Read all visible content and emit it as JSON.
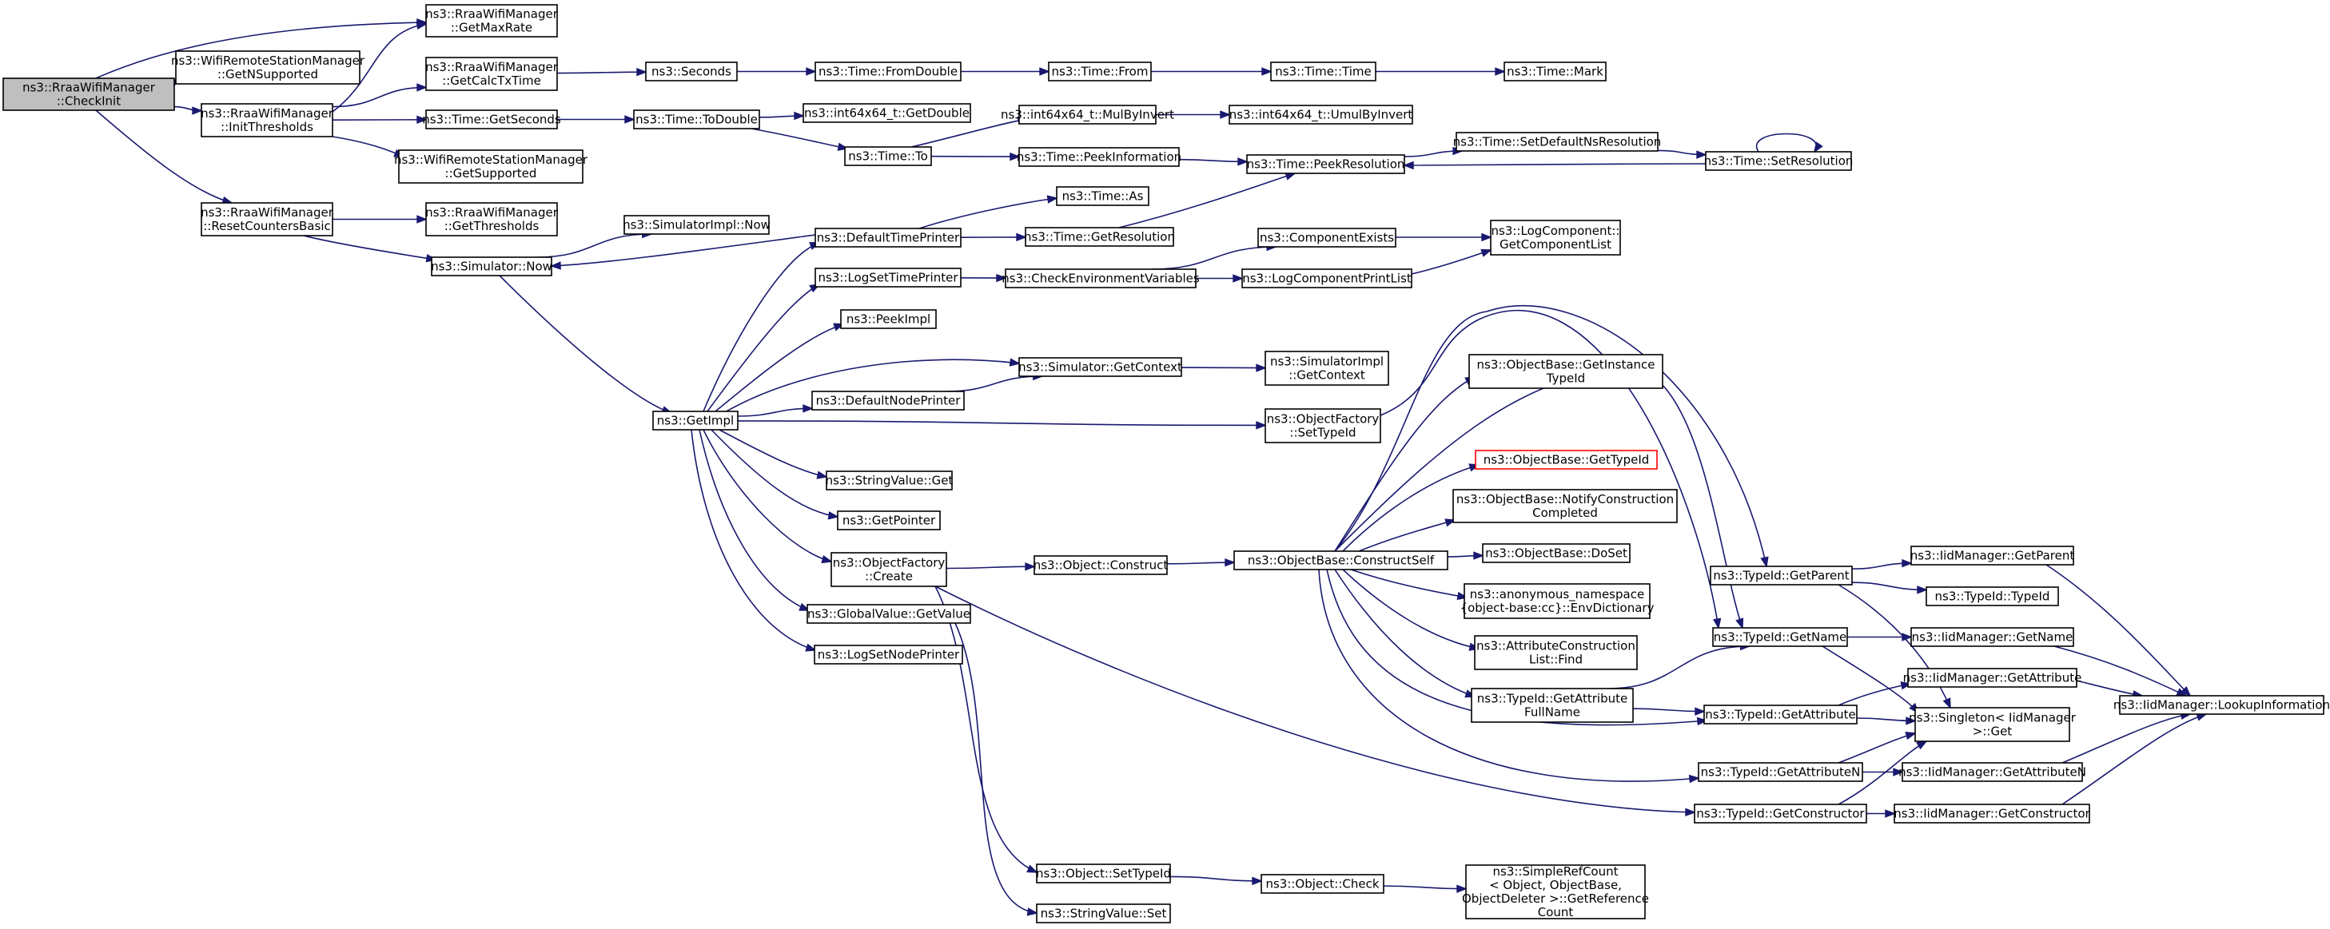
{
  "colors": {
    "edge": "#191970",
    "node_border": "#000000",
    "root_fill": "#bfbfbf",
    "highlight_border": "#ff0000",
    "background": "#ffffff"
  },
  "nodes": {
    "checkinit": {
      "lines": [
        "ns3::RraaWifiManager",
        "::CheckInit"
      ],
      "style": "root"
    },
    "getmaxrate": {
      "lines": [
        "ns3::RraaWifiManager",
        "::GetMaxRate"
      ]
    },
    "getnsupported": {
      "lines": [
        "ns3::WifiRemoteStationManager",
        "::GetNSupported"
      ]
    },
    "initthresholds": {
      "lines": [
        "ns3::RraaWifiManager",
        "::InitThresholds"
      ]
    },
    "resetcounters": {
      "lines": [
        "ns3::RraaWifiManager",
        "::ResetCountersBasic"
      ]
    },
    "getcalctxtime": {
      "lines": [
        "ns3::RraaWifiManager",
        "::GetCalcTxTime"
      ]
    },
    "getseconds": {
      "lines": [
        "ns3::Time::GetSeconds"
      ]
    },
    "getsupported": {
      "lines": [
        "ns3::WifiRemoteStationManager",
        "::GetSupported"
      ]
    },
    "getthresholds": {
      "lines": [
        "ns3::RraaWifiManager",
        "::GetThresholds"
      ]
    },
    "simnow": {
      "lines": [
        "ns3::Simulator::Now"
      ]
    },
    "seconds": {
      "lines": [
        "ns3::Seconds"
      ]
    },
    "todouble": {
      "lines": [
        "ns3::Time::ToDouble"
      ]
    },
    "fromdouble": {
      "lines": [
        "ns3::Time::FromDouble"
      ]
    },
    "from": {
      "lines": [
        "ns3::Time::From"
      ]
    },
    "timetime": {
      "lines": [
        "ns3::Time::Time"
      ]
    },
    "mark": {
      "lines": [
        "ns3::Time::Mark"
      ]
    },
    "int64getdouble": {
      "lines": [
        "ns3::int64x64_t::GetDouble"
      ]
    },
    "mulbyinvert": {
      "lines": [
        "ns3::int64x64_t::MulByInvert"
      ]
    },
    "umulbyinvert": {
      "lines": [
        "ns3::int64x64_t::UmulByInvert"
      ]
    },
    "timeto": {
      "lines": [
        "ns3::Time::To"
      ]
    },
    "peekinformation": {
      "lines": [
        "ns3::Time::PeekInformation"
      ]
    },
    "peekresolution": {
      "lines": [
        "ns3::Time::PeekResolution"
      ]
    },
    "setdefaultnsres": {
      "lines": [
        "ns3::Time::SetDefaultNsResolution"
      ]
    },
    "setresolution": {
      "lines": [
        "ns3::Time::SetResolution"
      ]
    },
    "timeas": {
      "lines": [
        "ns3::Time::As"
      ]
    },
    "getresolution": {
      "lines": [
        "ns3::Time::GetResolution"
      ]
    },
    "simimplnow": {
      "lines": [
        "ns3::SimulatorImpl::Now"
      ]
    },
    "defaulttimeprinter": {
      "lines": [
        "ns3::DefaultTimePrinter"
      ]
    },
    "componentexists": {
      "lines": [
        "ns3::ComponentExists"
      ]
    },
    "getcomponentlist": {
      "lines": [
        "ns3::LogComponent::",
        "GetComponentList"
      ]
    },
    "logsettimeprinter": {
      "lines": [
        "ns3::LogSetTimePrinter"
      ]
    },
    "checkenv": {
      "lines": [
        "ns3::CheckEnvironmentVariables"
      ]
    },
    "logcompprintlist": {
      "lines": [
        "ns3::LogComponentPrintList"
      ]
    },
    "peekimpl": {
      "lines": [
        "ns3::PeekImpl"
      ]
    },
    "simgetcontext": {
      "lines": [
        "ns3::Simulator::GetContext"
      ]
    },
    "simimplgetcontext": {
      "lines": [
        "ns3::SimulatorImpl",
        "::GetContext"
      ]
    },
    "defaultnodeprinter": {
      "lines": [
        "ns3::DefaultNodePrinter"
      ]
    },
    "getimpl": {
      "lines": [
        "ns3::GetImpl"
      ]
    },
    "objfactorysettypeid": {
      "lines": [
        "ns3::ObjectFactory",
        "::SetTypeId"
      ]
    },
    "getinstancetypeid": {
      "lines": [
        "ns3::ObjectBase::GetInstance",
        "TypeId"
      ]
    },
    "objbasegettypeid": {
      "lines": [
        "ns3::ObjectBase::GetTypeId"
      ],
      "style": "highlight"
    },
    "stringvalueget": {
      "lines": [
        "ns3::StringValue::Get"
      ]
    },
    "getpointer": {
      "lines": [
        "ns3::GetPointer"
      ]
    },
    "notifyconstruction": {
      "lines": [
        "ns3::ObjectBase::NotifyConstruction",
        "Completed"
      ]
    },
    "objfactorycreate": {
      "lines": [
        "ns3::ObjectFactory",
        "::Create"
      ]
    },
    "objectconstruct": {
      "lines": [
        "ns3::Object::Construct"
      ]
    },
    "constructself": {
      "lines": [
        "ns3::ObjectBase::ConstructSelf"
      ]
    },
    "doset": {
      "lines": [
        "ns3::ObjectBase::DoSet"
      ]
    },
    "typeidgetparent": {
      "lines": [
        "ns3::TypeId::GetParent"
      ]
    },
    "iidgetparent": {
      "lines": [
        "ns3::IidManager::GetParent"
      ]
    },
    "typeidtypeid": {
      "lines": [
        "ns3::TypeId::TypeId"
      ]
    },
    "envdictionary": {
      "lines": [
        "ns3::anonymous_namespace",
        "{object-base:cc}::EnvDictionary"
      ]
    },
    "globalvaluegetvalue": {
      "lines": [
        "ns3::GlobalValue::GetValue"
      ]
    },
    "logsetnodeprinter": {
      "lines": [
        "ns3::LogSetNodePrinter"
      ]
    },
    "attrconstructionfind": {
      "lines": [
        "ns3::AttributeConstruction",
        "List::Find"
      ]
    },
    "typeidgetname": {
      "lines": [
        "ns3::TypeId::GetName"
      ]
    },
    "iidgetname": {
      "lines": [
        "ns3::IidManager::GetName"
      ]
    },
    "iidgetattribute": {
      "lines": [
        "ns3::IidManager::GetAttribute"
      ]
    },
    "getattrfullname": {
      "lines": [
        "ns3::TypeId::GetAttribute",
        "FullName"
      ]
    },
    "typeidgetattribute": {
      "lines": [
        "ns3::TypeId::GetAttribute"
      ]
    },
    "singletonget": {
      "lines": [
        "ns3::Singleton< IidManager",
        " >::Get"
      ]
    },
    "lookupinformation": {
      "lines": [
        "ns3::IidManager::LookupInformation"
      ]
    },
    "typeidgetattributen": {
      "lines": [
        "ns3::TypeId::GetAttributeN"
      ]
    },
    "iidgetattributen": {
      "lines": [
        "ns3::IidManager::GetAttributeN"
      ]
    },
    "typeidgetconstructor": {
      "lines": [
        "ns3::TypeId::GetConstructor"
      ]
    },
    "iidgetconstructor": {
      "lines": [
        "ns3::IidManager::GetConstructor"
      ]
    },
    "objectsettypeid": {
      "lines": [
        "ns3::Object::SetTypeId"
      ]
    },
    "objectcheck": {
      "lines": [
        "ns3::Object::Check"
      ]
    },
    "getreferencecount": {
      "lines": [
        "ns3::SimpleRefCount",
        "< Object, ObjectBase,",
        " ObjectDeleter >::GetReference",
        "Count"
      ]
    },
    "stringvalueset": {
      "lines": [
        "ns3::StringValue::Set"
      ]
    }
  },
  "edges": [
    [
      "checkinit",
      "getmaxrate"
    ],
    [
      "checkinit",
      "getnsupported"
    ],
    [
      "checkinit",
      "initthresholds"
    ],
    [
      "checkinit",
      "resetcounters"
    ],
    [
      "initthresholds",
      "getmaxrate"
    ],
    [
      "initthresholds",
      "getcalctxtime"
    ],
    [
      "initthresholds",
      "getseconds"
    ],
    [
      "initthresholds",
      "getsupported"
    ],
    [
      "resetcounters",
      "getthresholds"
    ],
    [
      "resetcounters",
      "simnow"
    ],
    [
      "getcalctxtime",
      "seconds"
    ],
    [
      "seconds",
      "fromdouble"
    ],
    [
      "fromdouble",
      "from"
    ],
    [
      "from",
      "timetime"
    ],
    [
      "timetime",
      "mark"
    ],
    [
      "getseconds",
      "todouble"
    ],
    [
      "todouble",
      "int64getdouble"
    ],
    [
      "todouble",
      "timeto"
    ],
    [
      "timeto",
      "mulbyinvert"
    ],
    [
      "timeto",
      "peekinformation"
    ],
    [
      "mulbyinvert",
      "umulbyinvert"
    ],
    [
      "peekinformation",
      "peekresolution"
    ],
    [
      "peekresolution",
      "setdefaultnsres"
    ],
    [
      "setdefaultnsres",
      "setresolution"
    ],
    [
      "setresolution",
      "peekresolution"
    ],
    [
      "setresolution",
      "setresolution"
    ],
    [
      "simnow",
      "simimplnow"
    ],
    [
      "simnow",
      "getimpl"
    ],
    [
      "defaulttimeprinter",
      "simnow"
    ],
    [
      "defaulttimeprinter",
      "timeas"
    ],
    [
      "defaulttimeprinter",
      "getresolution"
    ],
    [
      "getresolution",
      "peekresolution"
    ],
    [
      "getimpl",
      "defaulttimeprinter"
    ],
    [
      "getimpl",
      "logsettimeprinter"
    ],
    [
      "getimpl",
      "peekimpl"
    ],
    [
      "getimpl",
      "simgetcontext"
    ],
    [
      "getimpl",
      "defaultnodeprinter"
    ],
    [
      "getimpl",
      "objfactorysettypeid"
    ],
    [
      "getimpl",
      "stringvalueget"
    ],
    [
      "getimpl",
      "getpointer"
    ],
    [
      "getimpl",
      "objfactorycreate"
    ],
    [
      "getimpl",
      "globalvaluegetvalue"
    ],
    [
      "getimpl",
      "logsetnodeprinter"
    ],
    [
      "logsettimeprinter",
      "checkenv"
    ],
    [
      "checkenv",
      "componentexists"
    ],
    [
      "checkenv",
      "logcompprintlist"
    ],
    [
      "componentexists",
      "getcomponentlist"
    ],
    [
      "logcompprintlist",
      "getcomponentlist"
    ],
    [
      "simgetcontext",
      "simimplgetcontext"
    ],
    [
      "defaultnodeprinter",
      "simgetcontext"
    ],
    [
      "objfactorysettypeid",
      "typeidgetname"
    ],
    [
      "objfactorycreate",
      "objectconstruct"
    ],
    [
      "objfactorycreate",
      "objectsettypeid"
    ],
    [
      "objfactorycreate",
      "typeidgetconstructor"
    ],
    [
      "globalvaluegetvalue",
      "stringvalueset"
    ],
    [
      "objectconstruct",
      "constructself"
    ],
    [
      "constructself",
      "getinstancetypeid"
    ],
    [
      "constructself",
      "objbasegettypeid"
    ],
    [
      "constructself",
      "notifyconstruction"
    ],
    [
      "constructself",
      "doset"
    ],
    [
      "constructself",
      "envdictionary"
    ],
    [
      "constructself",
      "attrconstructionfind"
    ],
    [
      "constructself",
      "getattrfullname"
    ],
    [
      "constructself",
      "typeidgetattribute"
    ],
    [
      "constructself",
      "typeidgetattributen"
    ],
    [
      "constructself",
      "typeidgetparent"
    ],
    [
      "constructself",
      "typeidgetname"
    ],
    [
      "getattrfullname",
      "typeidgetname"
    ],
    [
      "getattrfullname",
      "typeidgetattribute"
    ],
    [
      "typeidgetparent",
      "iidgetparent"
    ],
    [
      "typeidgetparent",
      "typeidtypeid"
    ],
    [
      "typeidgetparent",
      "singletonget"
    ],
    [
      "typeidgetname",
      "iidgetname"
    ],
    [
      "typeidgetname",
      "singletonget"
    ],
    [
      "typeidgetattribute",
      "iidgetattribute"
    ],
    [
      "typeidgetattribute",
      "singletonget"
    ],
    [
      "typeidgetattributen",
      "iidgetattributen"
    ],
    [
      "typeidgetattributen",
      "singletonget"
    ],
    [
      "typeidgetconstructor",
      "iidgetconstructor"
    ],
    [
      "typeidgetconstructor",
      "singletonget"
    ],
    [
      "iidgetparent",
      "lookupinformation"
    ],
    [
      "iidgetname",
      "lookupinformation"
    ],
    [
      "iidgetattribute",
      "lookupinformation"
    ],
    [
      "iidgetattributen",
      "lookupinformation"
    ],
    [
      "iidgetconstructor",
      "lookupinformation"
    ],
    [
      "objectsettypeid",
      "objectcheck"
    ],
    [
      "objectcheck",
      "getreferencecount"
    ]
  ]
}
